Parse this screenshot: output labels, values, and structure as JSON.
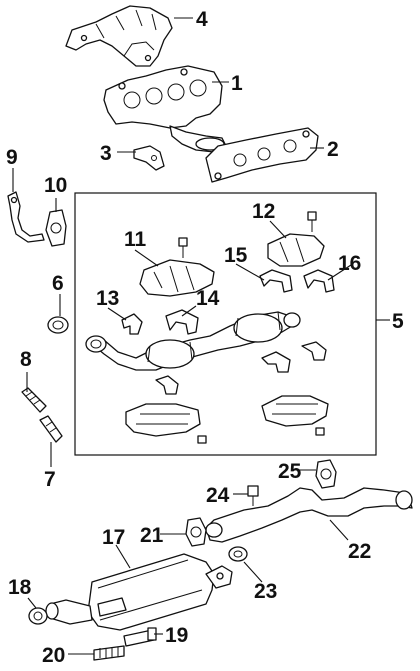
{
  "diagram": {
    "callouts": [
      {
        "id": "label-1",
        "text": "1"
      },
      {
        "id": "label-2",
        "text": "2"
      },
      {
        "id": "label-3",
        "text": "3"
      },
      {
        "id": "label-4",
        "text": "4"
      },
      {
        "id": "label-5",
        "text": "5"
      },
      {
        "id": "label-6",
        "text": "6"
      },
      {
        "id": "label-7",
        "text": "7"
      },
      {
        "id": "label-8",
        "text": "8"
      },
      {
        "id": "label-9",
        "text": "9"
      },
      {
        "id": "label-10",
        "text": "10"
      },
      {
        "id": "label-11",
        "text": "11"
      },
      {
        "id": "label-12",
        "text": "12"
      },
      {
        "id": "label-13",
        "text": "13"
      },
      {
        "id": "label-14",
        "text": "14"
      },
      {
        "id": "label-15",
        "text": "15"
      },
      {
        "id": "label-16",
        "text": "16"
      },
      {
        "id": "label-17",
        "text": "17"
      },
      {
        "id": "label-18",
        "text": "18"
      },
      {
        "id": "label-19",
        "text": "19"
      },
      {
        "id": "label-20",
        "text": "20"
      },
      {
        "id": "label-21",
        "text": "21"
      },
      {
        "id": "label-22",
        "text": "22"
      },
      {
        "id": "label-23",
        "text": "23"
      },
      {
        "id": "label-24",
        "text": "24"
      },
      {
        "id": "label-25",
        "text": "25"
      }
    ]
  }
}
